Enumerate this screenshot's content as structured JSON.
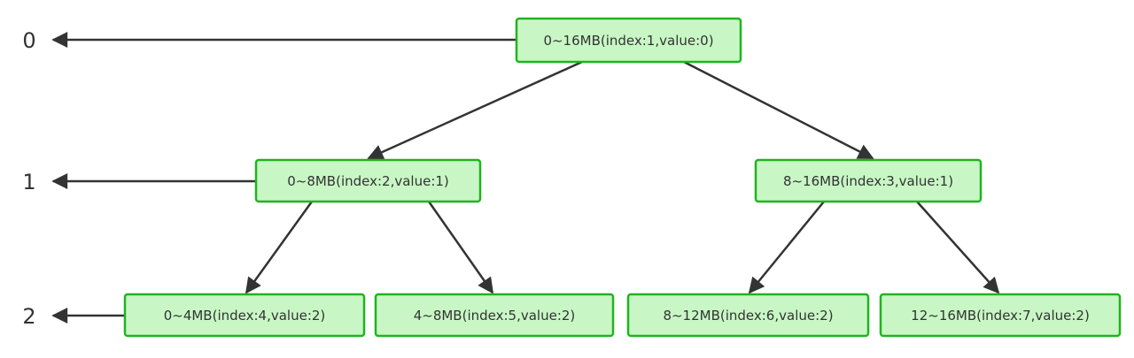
{
  "levels": [
    {
      "label": "0"
    },
    {
      "label": "1"
    },
    {
      "label": "2"
    }
  ],
  "nodes": [
    {
      "label": "0~16MB(index:1,value:0)"
    },
    {
      "label": "0~8MB(index:2,value:1)"
    },
    {
      "label": "8~16MB(index:3,value:1)"
    },
    {
      "label": "0~4MB(index:4,value:2)"
    },
    {
      "label": "4~8MB(index:5,value:2)"
    },
    {
      "label": "8~12MB(index:6,value:2)"
    },
    {
      "label": "12~16MB(index:7,value:2)"
    }
  ],
  "colors": {
    "node_fill": "#c8f7c5",
    "node_border": "#1fb41f",
    "text": "#333333",
    "arrow": "#333333"
  }
}
